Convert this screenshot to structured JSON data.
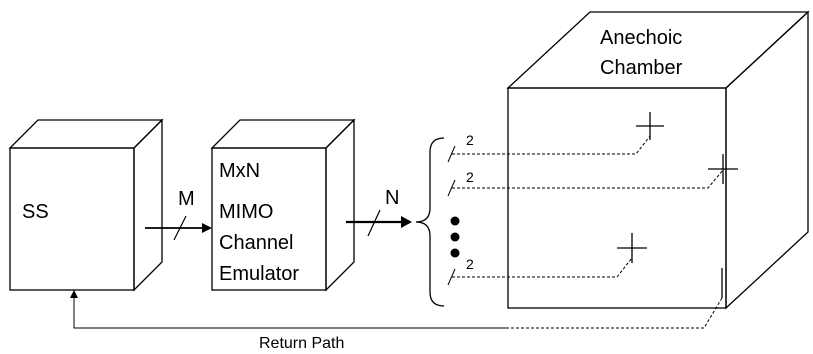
{
  "blocks": {
    "ss": {
      "label": "SS"
    },
    "emulator": {
      "line1": "MxN",
      "line2": "MIMO",
      "line3": "Channel",
      "line4": "Emulator"
    },
    "chamber": {
      "line1": "Anechoic",
      "line2": "Chamber"
    }
  },
  "buses": {
    "ss_to_emulator": "M",
    "emulator_to_antennas": "N",
    "antenna_feed_1": "2",
    "antenna_feed_2": "2",
    "antenna_feed_3": "2"
  },
  "return_path": {
    "label": "Return Path"
  }
}
